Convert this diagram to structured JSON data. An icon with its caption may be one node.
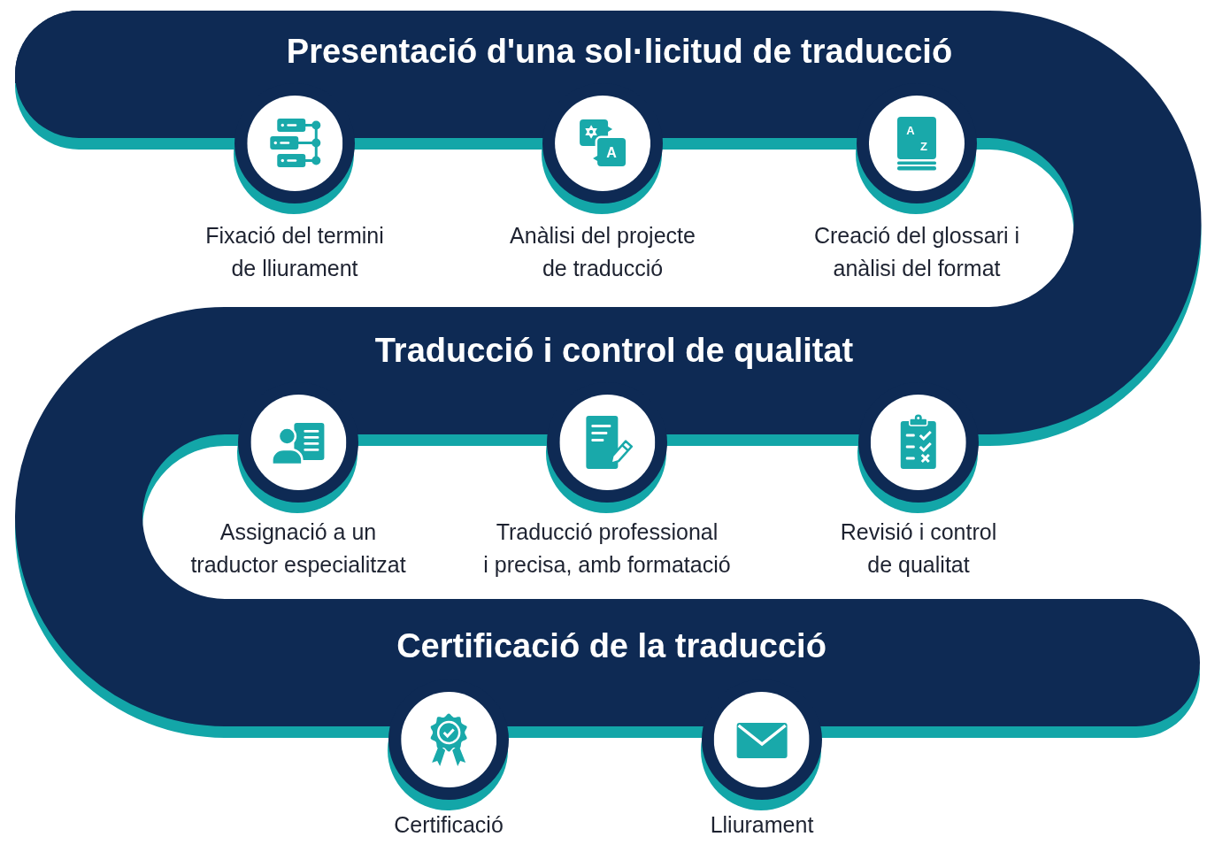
{
  "diagram": {
    "nodes": [
      {
        "text": [
          "Presentació d'una sol·licitud de traducció"
        ]
      },
      {
        "text": [
          "Fixació del termini de lliurament"
        ]
      },
      {
        "text": [
          "Anàlisi del projecte de traducció"
        ]
      },
      {
        "text": [
          "Creació del glossari i anàlisi del format"
        ]
      },
      {
        "text": [
          "Traducció i control de qualitat"
        ]
      },
      {
        "text": [
          "Assignació a un traductor especialitzat"
        ]
      },
      {
        "text": [
          "Traducció professional i precisa, amb formatació"
        ]
      },
      {
        "text": [
          "Revisió i control de qualitat"
        ]
      },
      {
        "text": [
          "Certificació de la traducció"
        ]
      },
      {
        "text": [
          "Certificació"
        ]
      },
      {
        "text": [
          "Lliurament"
        ]
      }
    ],
    "labels": [
      "A",
      "A",
      "Z"
    ]
  }
}
